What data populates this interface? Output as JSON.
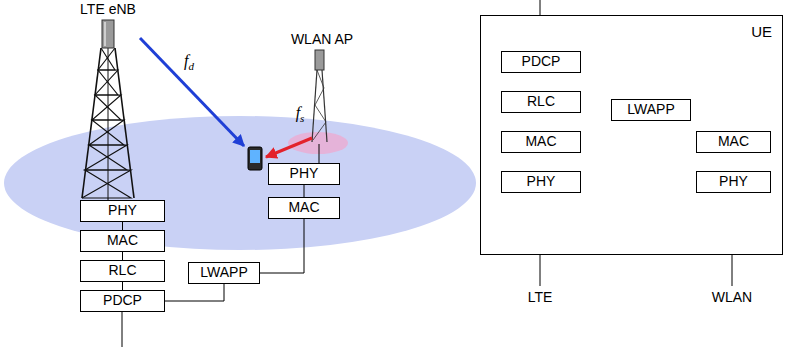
{
  "diagram": {
    "nodes": [
      {
        "text": [
          "PHY"
        ]
      },
      {
        "text": [
          "MAC"
        ]
      },
      {
        "text": [
          "RLC"
        ]
      },
      {
        "text": [
          "PDCP"
        ]
      },
      {
        "text": [
          "PHY"
        ]
      },
      {
        "text": [
          "MAC"
        ]
      },
      {
        "text": [
          "LWAPP"
        ]
      },
      {
        "text": [
          "UE"
        ]
      },
      {
        "text": [
          "PDCP"
        ],
        "in": 7
      },
      {
        "text": [
          "RLC"
        ],
        "in": 7
      },
      {
        "text": [
          "MAC"
        ],
        "in": 7
      },
      {
        "text": [
          "PHY"
        ],
        "in": 7
      },
      {
        "text": [
          "LWAPP"
        ],
        "in": 7
      },
      {
        "text": [
          "MAC"
        ],
        "in": 7
      },
      {
        "text": [
          "PHY"
        ],
        "in": 7
      }
    ],
    "edges": [
      {
        "from": 0,
        "to": 1,
        "arrow": "none"
      },
      {
        "from": 1,
        "to": 2,
        "arrow": "none"
      },
      {
        "from": 2,
        "to": 3,
        "arrow": "none"
      },
      {
        "from": 4,
        "to": 5,
        "arrow": "none"
      },
      {
        "from": 5,
        "to": 6,
        "arrow": "none"
      },
      {
        "from": 6,
        "to": 3,
        "arrow": "none"
      },
      {
        "from": 8,
        "to": 9,
        "arrow": "none"
      },
      {
        "from": 9,
        "to": 10,
        "arrow": "none"
      },
      {
        "from": 10,
        "to": 11,
        "arrow": "none"
      },
      {
        "from": 8,
        "to": 12,
        "arrow": "none"
      },
      {
        "from": 12,
        "to": 13,
        "arrow": "none"
      },
      {
        "from": 13,
        "to": 14,
        "arrow": "none"
      }
    ],
    "labels": [
      "LTE eNB",
      "WLAN AP",
      "fd",
      "fs",
      "LTE",
      "WLAN"
    ]
  }
}
